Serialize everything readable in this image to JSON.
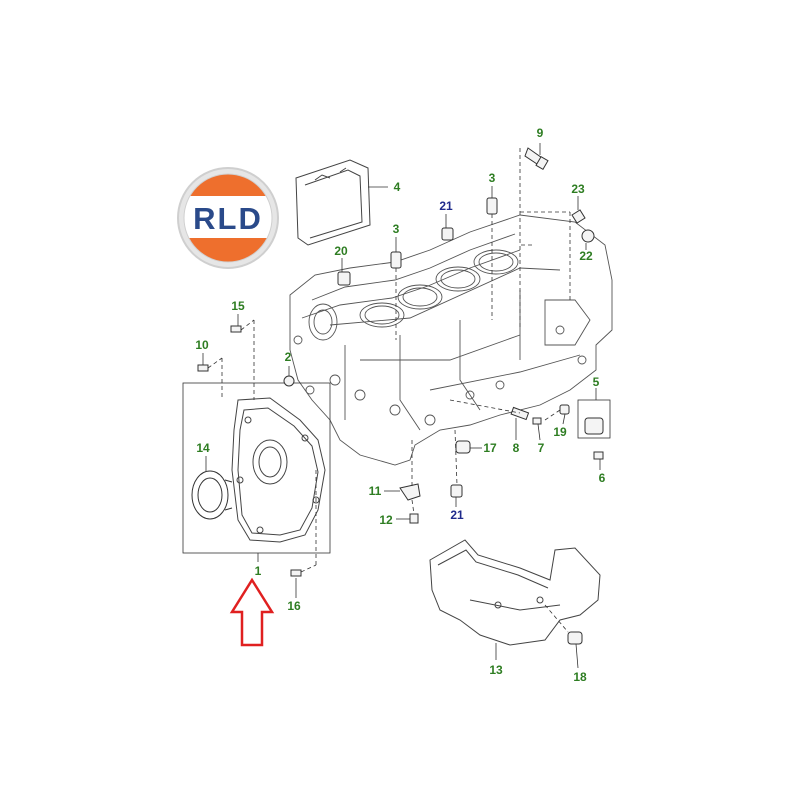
{
  "logo": {
    "text": "RLD",
    "colors": {
      "outer": "#e8e8e8",
      "orange": "#ee6f2d",
      "text": "#2a4a8a"
    }
  },
  "callout_colors": {
    "green": "#2e7d22",
    "blue": "#1f2a8c"
  },
  "arrow_color": "#e02020",
  "callouts": [
    {
      "id": "c1",
      "label": "1",
      "color": "green"
    },
    {
      "id": "c2",
      "label": "2",
      "color": "green"
    },
    {
      "id": "c3a",
      "label": "3",
      "color": "green"
    },
    {
      "id": "c3b",
      "label": "3",
      "color": "green"
    },
    {
      "id": "c4",
      "label": "4",
      "color": "green"
    },
    {
      "id": "c5",
      "label": "5",
      "color": "green"
    },
    {
      "id": "c6",
      "label": "6",
      "color": "green"
    },
    {
      "id": "c7",
      "label": "7",
      "color": "green"
    },
    {
      "id": "c8",
      "label": "8",
      "color": "green"
    },
    {
      "id": "c9",
      "label": "9",
      "color": "green"
    },
    {
      "id": "c10",
      "label": "10",
      "color": "green"
    },
    {
      "id": "c11",
      "label": "11",
      "color": "green"
    },
    {
      "id": "c12",
      "label": "12",
      "color": "green"
    },
    {
      "id": "c13",
      "label": "13",
      "color": "green"
    },
    {
      "id": "c14",
      "label": "14",
      "color": "green"
    },
    {
      "id": "c15",
      "label": "15",
      "color": "green"
    },
    {
      "id": "c16",
      "label": "16",
      "color": "green"
    },
    {
      "id": "c17",
      "label": "17",
      "color": "green"
    },
    {
      "id": "c18",
      "label": "18",
      "color": "green"
    },
    {
      "id": "c19",
      "label": "19",
      "color": "green"
    },
    {
      "id": "c20",
      "label": "20",
      "color": "green"
    },
    {
      "id": "c21a",
      "label": "21",
      "color": "blue"
    },
    {
      "id": "c21b",
      "label": "21",
      "color": "blue"
    },
    {
      "id": "c22",
      "label": "22",
      "color": "green"
    },
    {
      "id": "c23",
      "label": "23",
      "color": "green"
    }
  ]
}
